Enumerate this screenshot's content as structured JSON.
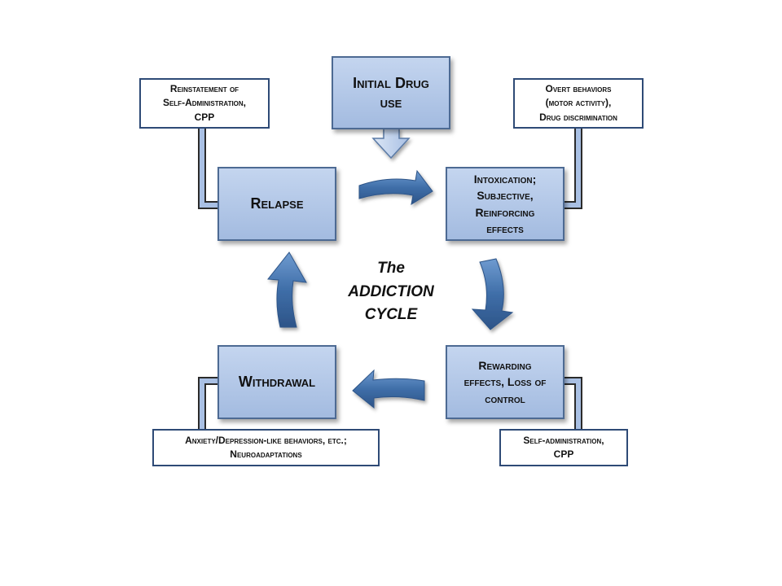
{
  "stages": {
    "initial_drug_use": "Initial Drug use",
    "relapse": "Relapse",
    "intoxication": "Intoxication;\nSubjective,\nReinforcing\neffects",
    "rewarding": "Rewarding\neffects, Loss of\ncontrol",
    "withdrawal": "Withdrawal"
  },
  "notes": {
    "relapse_note": "Reinstatement of\nSelf-Administration,\nCPP",
    "intoxication_note": "Overt behaviors\n(motor activity),\nDrug discrimination",
    "rewarding_note": "Self-administration,\nCPP",
    "withdrawal_note": "Anxiety/Depression-like behaviors, etc.;\nNeuroadaptations"
  },
  "center": {
    "line1": "The",
    "line2": "ADDICTION",
    "line3": "CYCLE"
  },
  "colors": {
    "box_fill": "#a9c0e4",
    "box_border": "#4d6a93",
    "arrow_fill": "#4a78b0",
    "connector": "#a9c0e4",
    "note_border": "#2e4a76"
  }
}
